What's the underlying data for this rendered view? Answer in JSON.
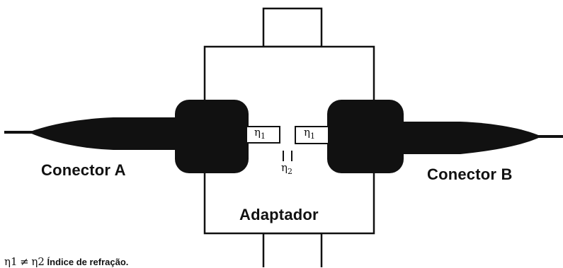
{
  "labels": {
    "connector_a": "Conector A",
    "connector_b": "Conector B",
    "adapter": "Adaptador",
    "eta_symbol": "η",
    "eta_left_sub": "1",
    "eta_right_sub": "1",
    "eta_gap_sub": "2"
  },
  "legend": {
    "eta1": "η1",
    "neq": "≠",
    "eta2": "η2",
    "text": "Índice de refração."
  }
}
